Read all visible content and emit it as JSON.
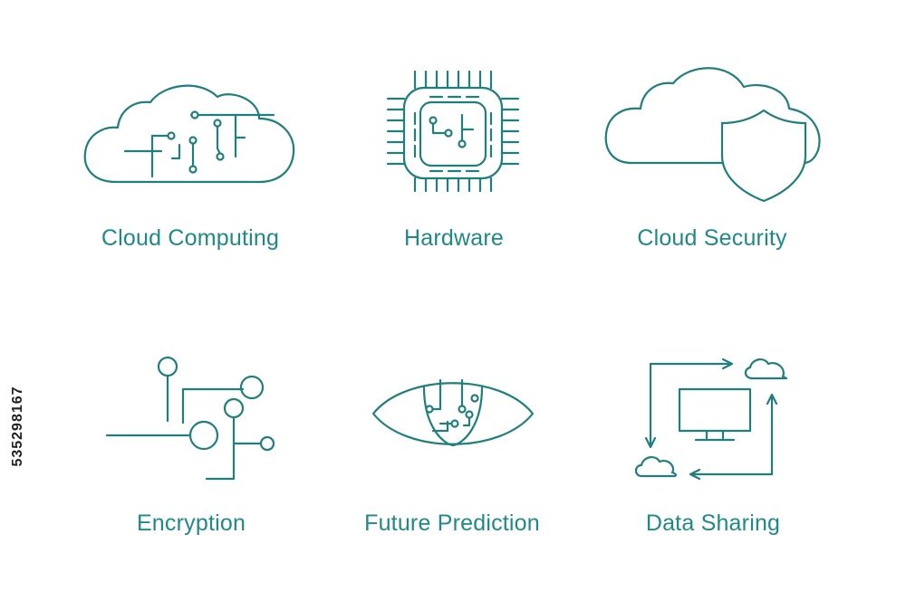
{
  "items": [
    {
      "label": "Cloud Computing",
      "icon": "cloud-circuit-icon"
    },
    {
      "label": "Hardware",
      "icon": "chip-icon"
    },
    {
      "label": "Cloud Security",
      "icon": "cloud-shield-icon"
    },
    {
      "label": "Encryption",
      "icon": "circuit-nodes-icon"
    },
    {
      "label": "Future Prediction",
      "icon": "eye-circuit-icon"
    },
    {
      "label": "Data Sharing",
      "icon": "monitor-clouds-arrows-icon"
    }
  ],
  "stock_id": "535298167",
  "colors": {
    "accent": "#1e7f7c",
    "label": "#1e8a87",
    "background": "#ffffff"
  }
}
